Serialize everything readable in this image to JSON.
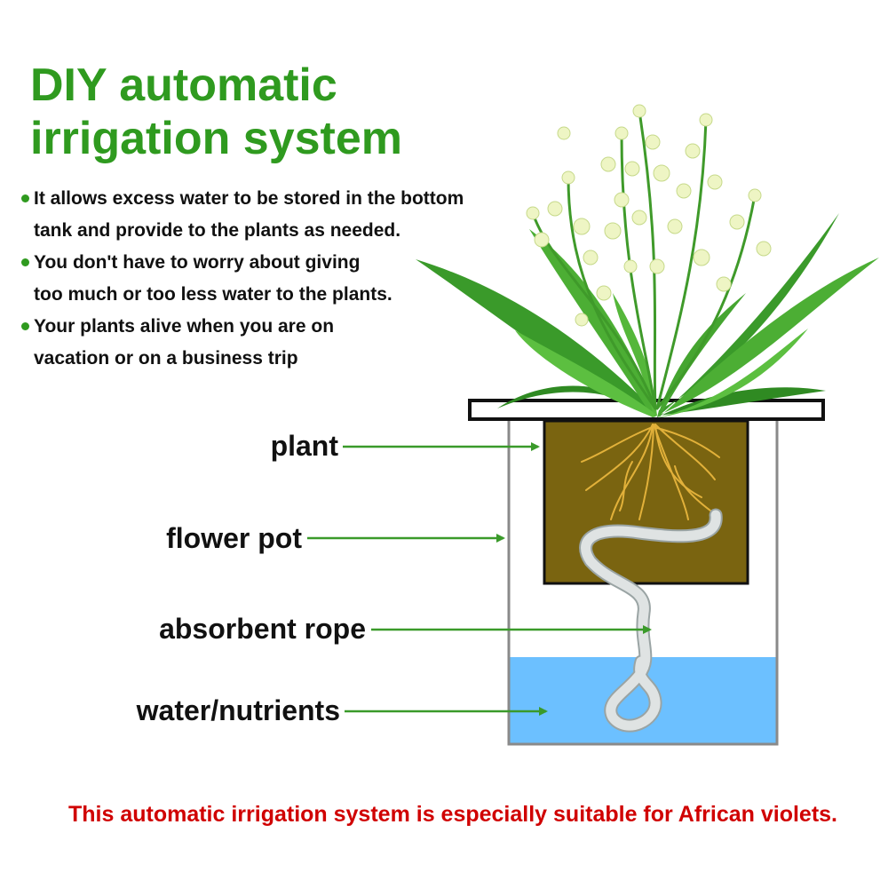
{
  "title": {
    "line1": "DIY automatic",
    "line2": "irrigation system"
  },
  "bullets": [
    {
      "line1": "It allows excess water to be stored in the bottom",
      "line2": "tank and provide to the plants as needed."
    },
    {
      "line1": "You don't have to worry about giving",
      "line2": "too much or too less water to the plants."
    },
    {
      "line1": "Your plants alive when you are on",
      "line2": "vacation or on a business trip"
    }
  ],
  "labels": {
    "plant": "plant",
    "flower_pot": "flower pot",
    "absorbent_rope": "absorbent rope",
    "water_nutrients": "water/nutrients"
  },
  "footer": "This automatic irrigation system is especially suitable for African violets.",
  "colors": {
    "title_green": "#2f9a1f",
    "arrow_green": "#3a9a2a",
    "footer_red": "#d00000",
    "soil": "#7a6410",
    "water": "#6cc0ff",
    "rope": "#d8dcdc"
  }
}
